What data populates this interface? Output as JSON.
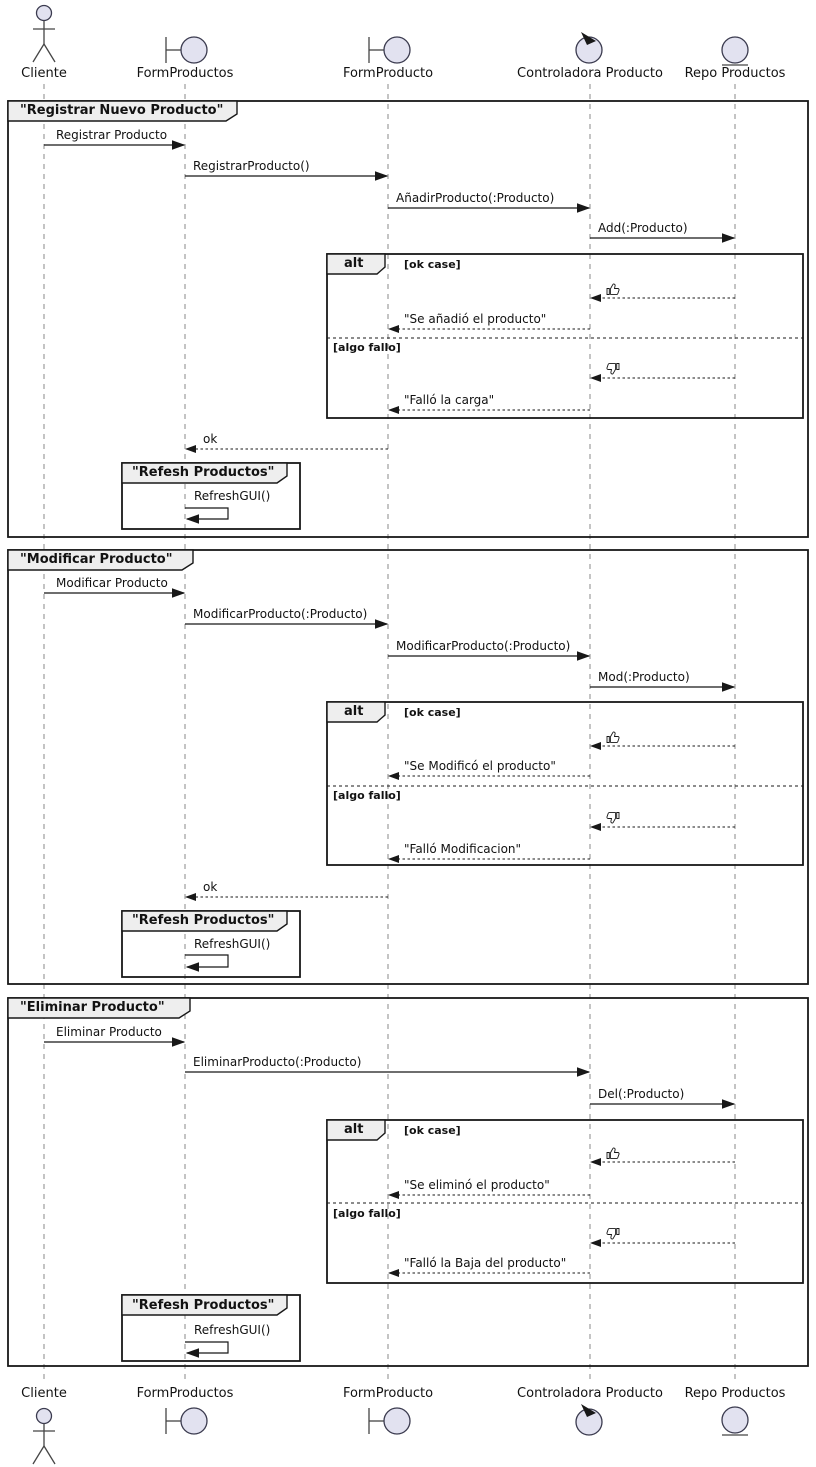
{
  "participants": [
    {
      "label": "Cliente",
      "type": "actor"
    },
    {
      "label": "FormProductos",
      "type": "boundary"
    },
    {
      "label": "FormProducto",
      "type": "boundary"
    },
    {
      "label": "Controladora Producto",
      "type": "control"
    },
    {
      "label": "Repo Productos",
      "type": "entity"
    }
  ],
  "colors": {
    "icon_fill": "#E2E2F0",
    "frame_stroke": "#181818",
    "tab_fill": "#EEEEEE",
    "lifeline": "#8a8a8a"
  },
  "sections": [
    {
      "frame_title": "\"Registrar Nuevo Producto\"",
      "alt_keyword": "alt",
      "msgs": {
        "call1": "Registrar Producto",
        "call2": "RegistrarProducto()",
        "call3": "AñadirProducto(:Producto)",
        "call4": "Add(:Producto)",
        "guard_ok": "[ok case]",
        "icon_ok": "thumbs-up",
        "reply_ok": "\"Se añadió el producto\"",
        "guard_fail": "[algo fallo]",
        "icon_fail": "thumbs-down",
        "reply_fail": "\"Falló la carga\"",
        "return_ok": "ok"
      },
      "refresh": {
        "frame_title": "\"Refesh Productos\"",
        "message": "RefreshGUI()"
      }
    },
    {
      "frame_title": "\"Modificar Producto\"",
      "alt_keyword": "alt",
      "msgs": {
        "call1": "Modificar Producto",
        "call2": "ModificarProducto(:Producto)",
        "call3": "ModificarProducto(:Producto)",
        "call4": "Mod(:Producto)",
        "guard_ok": "[ok case]",
        "icon_ok": "thumbs-up",
        "reply_ok": "\"Se Modificó el producto\"",
        "guard_fail": "[algo fallo]",
        "icon_fail": "thumbs-down",
        "reply_fail": "\"Falló Modificacion\"",
        "return_ok": "ok"
      },
      "refresh": {
        "frame_title": "\"Refesh Productos\"",
        "message": "RefreshGUI()"
      }
    },
    {
      "frame_title": "\"Eliminar Producto\"",
      "alt_keyword": "alt",
      "msgs": {
        "call1": "Eliminar Producto",
        "call2": "EliminarProducto(:Producto)",
        "call3": "Del(:Producto)",
        "guard_ok": "[ok case]",
        "icon_ok": "thumbs-up",
        "reply_ok": "\"Se eliminó el producto\"",
        "guard_fail": "[algo fallo]",
        "icon_fail": "thumbs-down",
        "reply_fail": "\"Falló la Baja del producto\""
      },
      "refresh": {
        "frame_title": "\"Refesh Productos\"",
        "message": "RefreshGUI()"
      }
    }
  ]
}
